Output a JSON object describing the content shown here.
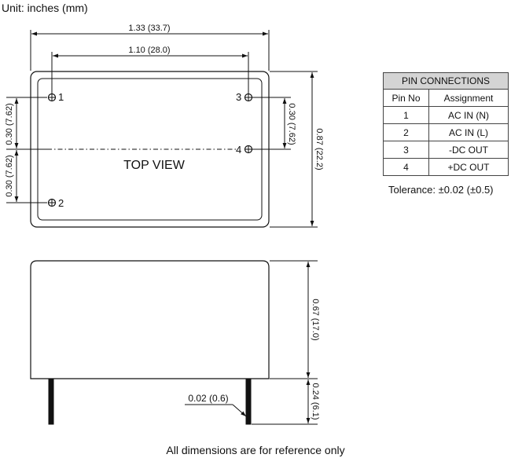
{
  "unit_label": "Unit: inches (mm)",
  "dimensions": {
    "overall_width": "1.33 (33.7)",
    "pin_span_width": "1.10 (28.0)",
    "pin_pitch_left_upper": "0.30 (7.62)",
    "pin_pitch_left_lower": "0.30 (7.62)",
    "pin_pitch_right": "0.30 (7.62)",
    "overall_depth": "0.87 (22.2)",
    "body_height": "0.67 (17.0)",
    "pin_length": "0.24 (6.1)",
    "pin_diameter": "0.02 (0.6)"
  },
  "top_view_label": "TOP VIEW",
  "pins": {
    "p1": "1",
    "p2": "2",
    "p3": "3",
    "p4": "4"
  },
  "table": {
    "caption": "PIN CONNECTIONS",
    "headers": [
      "Pin No",
      "Assignment"
    ],
    "rows": [
      [
        "1",
        "AC IN (N)"
      ],
      [
        "2",
        "AC IN (L)"
      ],
      [
        "3",
        "-DC OUT"
      ],
      [
        "4",
        "+DC OUT"
      ]
    ]
  },
  "tolerance": "Tolerance: ±0.02 (±0.5)",
  "footnote": "All dimensions are for reference only"
}
